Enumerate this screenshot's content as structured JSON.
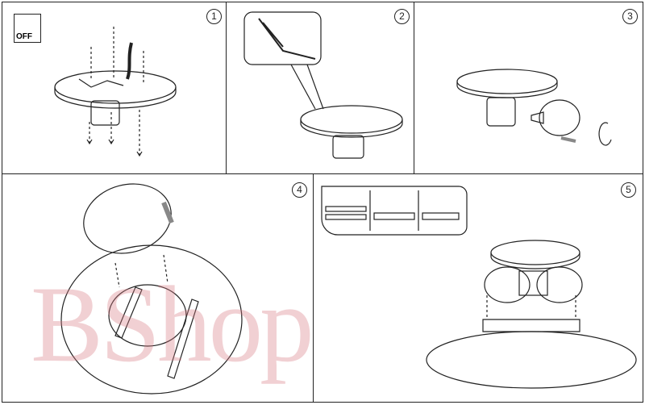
{
  "steps": [
    {
      "number": "1"
    },
    {
      "number": "2"
    },
    {
      "number": "3"
    },
    {
      "number": "4"
    },
    {
      "number": "5"
    }
  ],
  "power_switch": {
    "label": "OFF"
  },
  "watermark": {
    "text": "BShop"
  },
  "colors": {
    "line": "#222222",
    "watermark": "#d77882",
    "arrow": "#888888"
  }
}
